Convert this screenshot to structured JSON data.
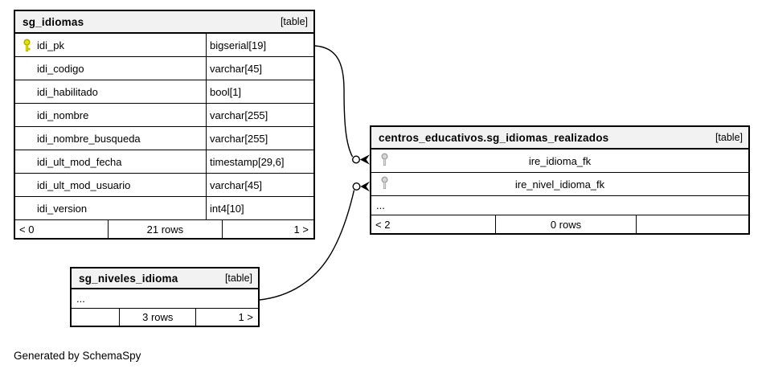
{
  "page": {
    "generated_by": "Generated by SchemaSpy"
  },
  "colors": {
    "header_bg": "#f2f2f2",
    "border": "#000000",
    "primary_key_icon": "#e8e400",
    "primary_key_stroke": "#b3af00",
    "foreign_key_icon": "#d9d9d9",
    "foreign_key_stroke": "#a6a6a6"
  },
  "tables": {
    "idiomas": {
      "title": "sg_idiomas",
      "badge": "[table]",
      "columns": [
        {
          "name": "idi_pk",
          "type": "bigserial[19]",
          "key": "primary"
        },
        {
          "name": "idi_codigo",
          "type": "varchar[45]",
          "key": ""
        },
        {
          "name": "idi_habilitado",
          "type": "bool[1]",
          "key": ""
        },
        {
          "name": "idi_nombre",
          "type": "varchar[255]",
          "key": ""
        },
        {
          "name": "idi_nombre_busqueda",
          "type": "varchar[255]",
          "key": ""
        },
        {
          "name": "idi_ult_mod_fecha",
          "type": "timestamp[29,6]",
          "key": ""
        },
        {
          "name": "idi_ult_mod_usuario",
          "type": "varchar[45]",
          "key": ""
        },
        {
          "name": "idi_version",
          "type": "int4[10]",
          "key": ""
        }
      ],
      "footer": {
        "left": "< 0",
        "center": "21 rows",
        "right": "1 >"
      }
    },
    "realizados": {
      "title": "centros_educativos.sg_idiomas_realizados",
      "badge": "[table]",
      "columns": [
        {
          "name": "ire_idioma_fk",
          "key": "foreign"
        },
        {
          "name": "ire_nivel_idioma_fk",
          "key": "foreign"
        }
      ],
      "ellipsis": "...",
      "footer": {
        "left": "< 2",
        "center": "0 rows",
        "right": ""
      }
    },
    "niveles": {
      "title": "sg_niveles_idioma",
      "badge": "[table]",
      "ellipsis": "...",
      "footer": {
        "left": "",
        "center": "3 rows",
        "right": "1 >"
      }
    }
  }
}
